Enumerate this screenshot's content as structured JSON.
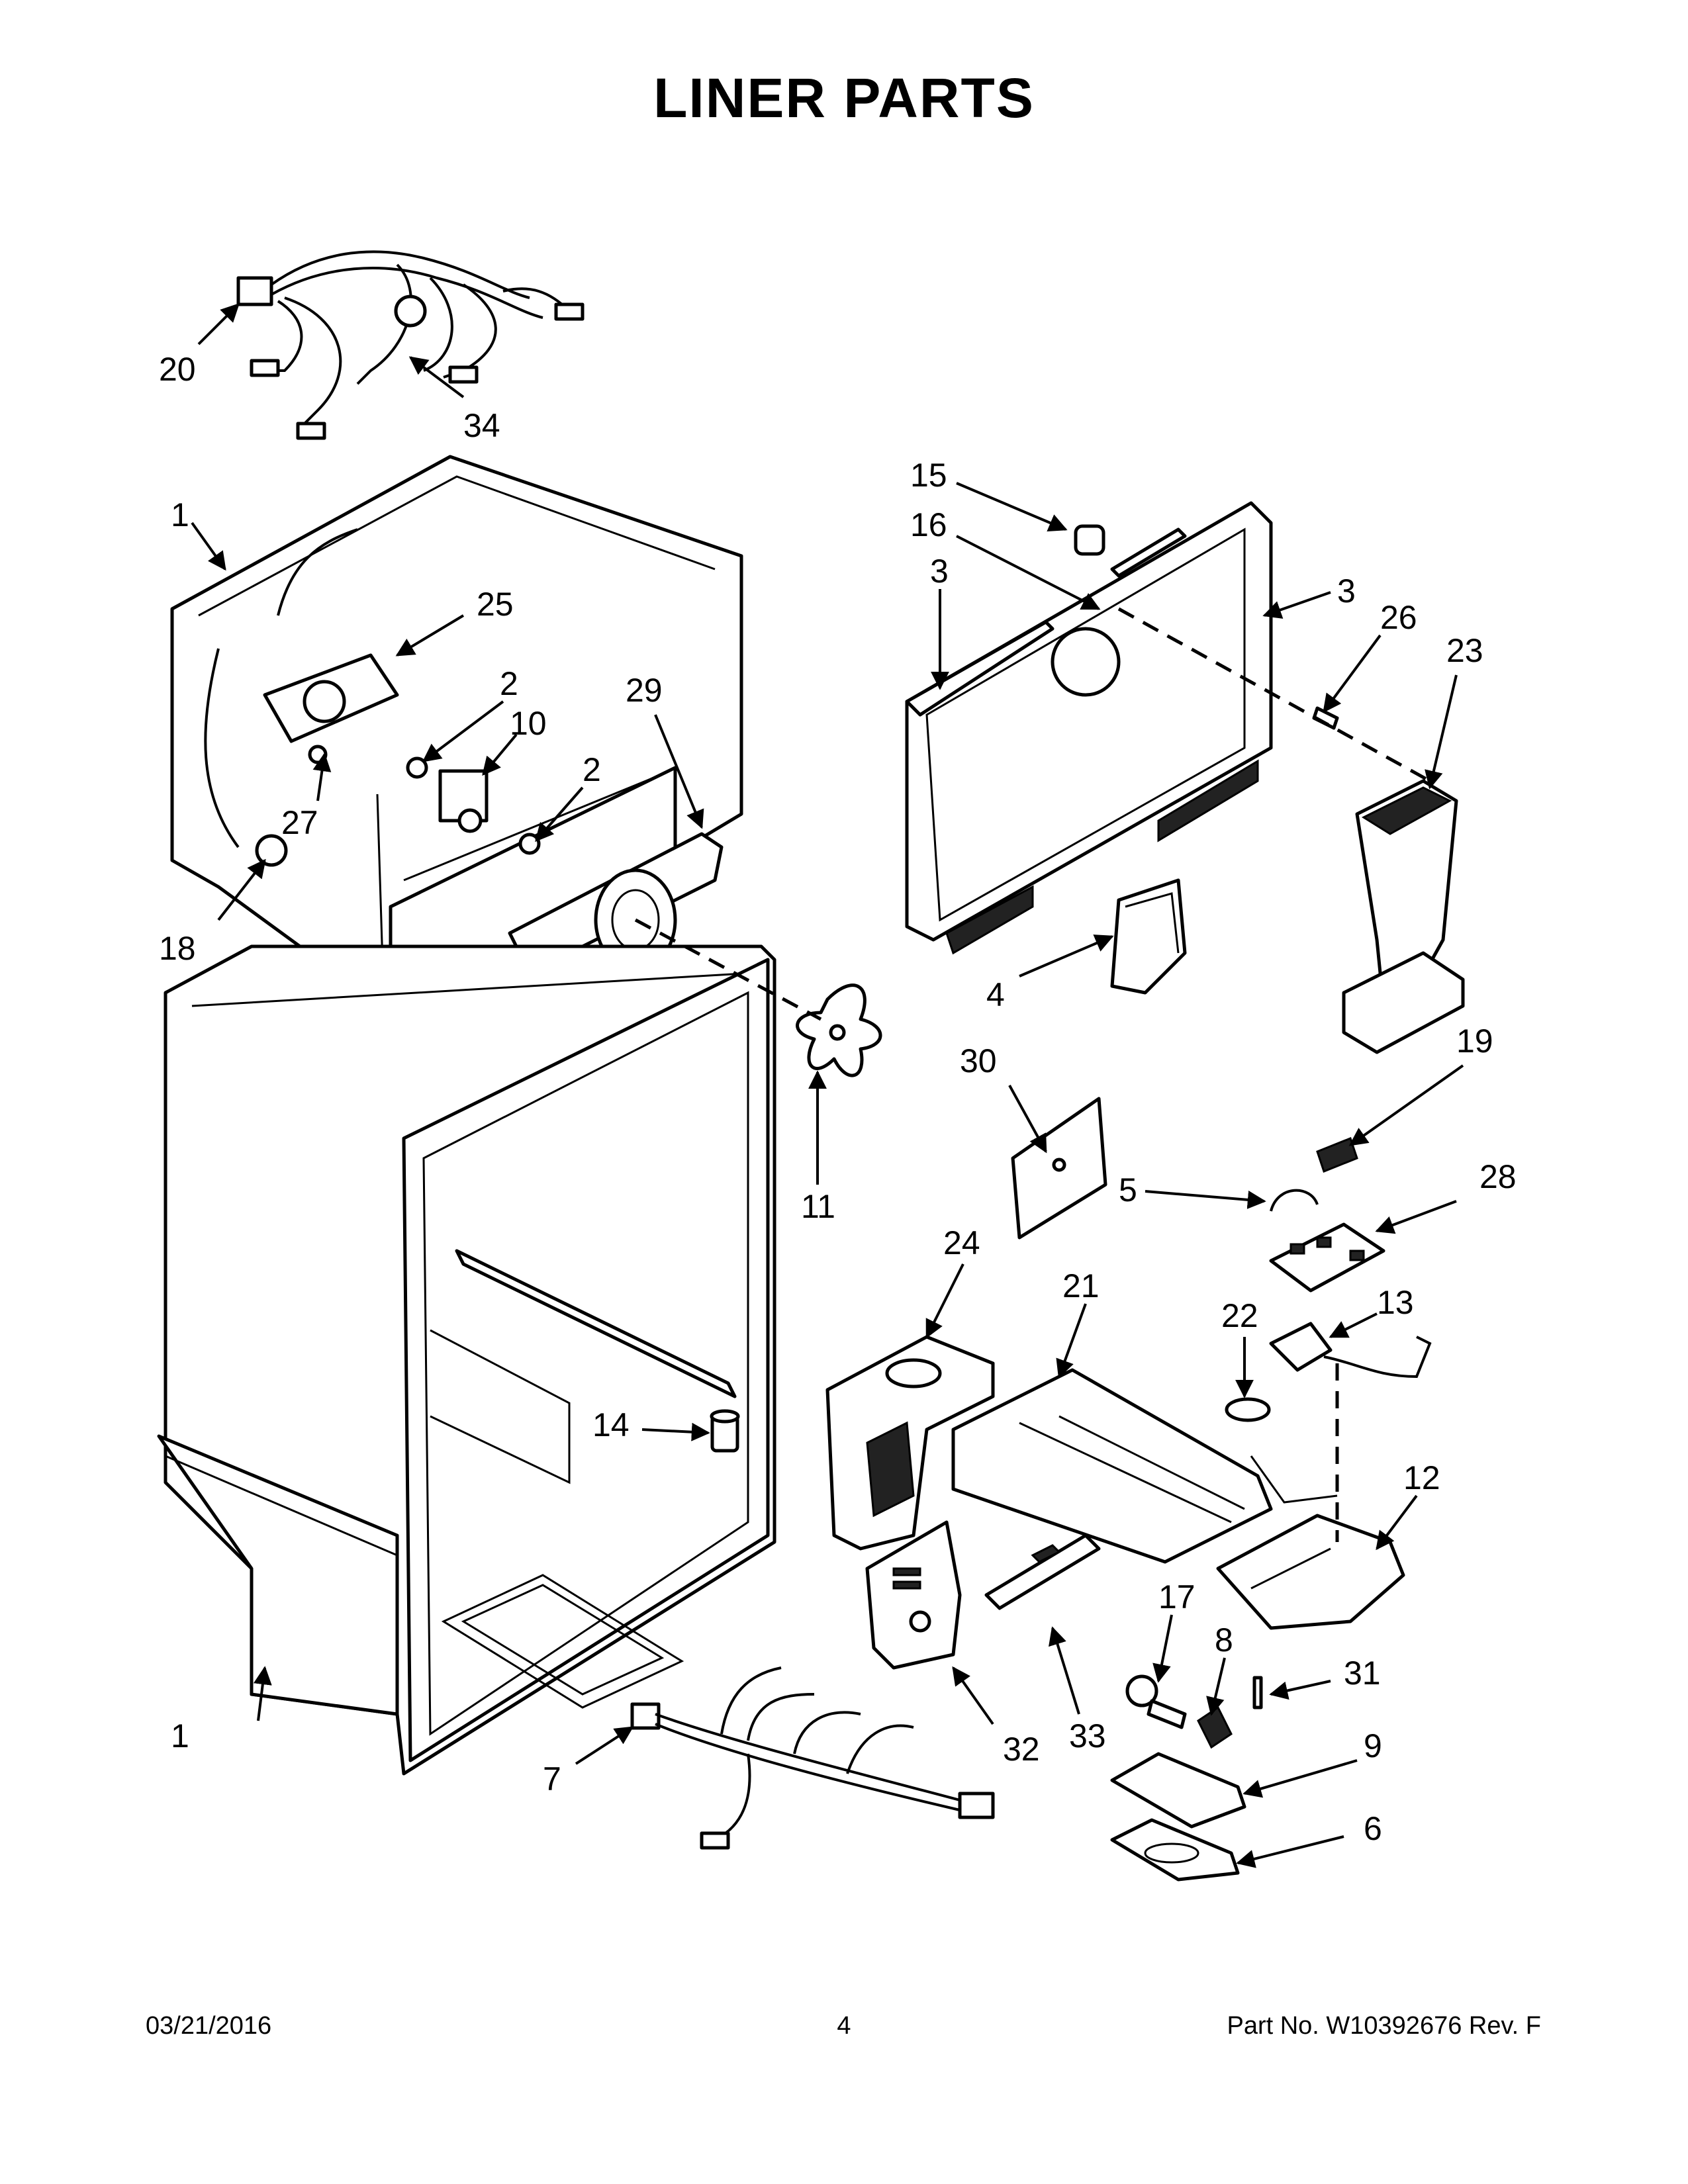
{
  "title": "LINER PARTS",
  "footer": {
    "date": "03/21/2016",
    "page": "4",
    "part_number": "Part No.  W10392676  Rev.  F"
  },
  "callouts": {
    "c1a": "1",
    "c1b": "1",
    "c2a": "2",
    "c2b": "2",
    "c3a": "3",
    "c3b": "3",
    "c4": "4",
    "c5": "5",
    "c6": "6",
    "c7": "7",
    "c8": "8",
    "c9": "9",
    "c10": "10",
    "c11": "11",
    "c12": "12",
    "c13": "13",
    "c14": "14",
    "c15": "15",
    "c16": "16",
    "c17": "17",
    "c18": "18",
    "c19": "19",
    "c20": "20",
    "c21": "21",
    "c22": "22",
    "c23": "23",
    "c24": "24",
    "c25": "25",
    "c26": "26",
    "c27": "27",
    "c28": "28",
    "c29": "29",
    "c30": "30",
    "c31": "31",
    "c32": "32",
    "c33": "33",
    "c34": "34"
  }
}
